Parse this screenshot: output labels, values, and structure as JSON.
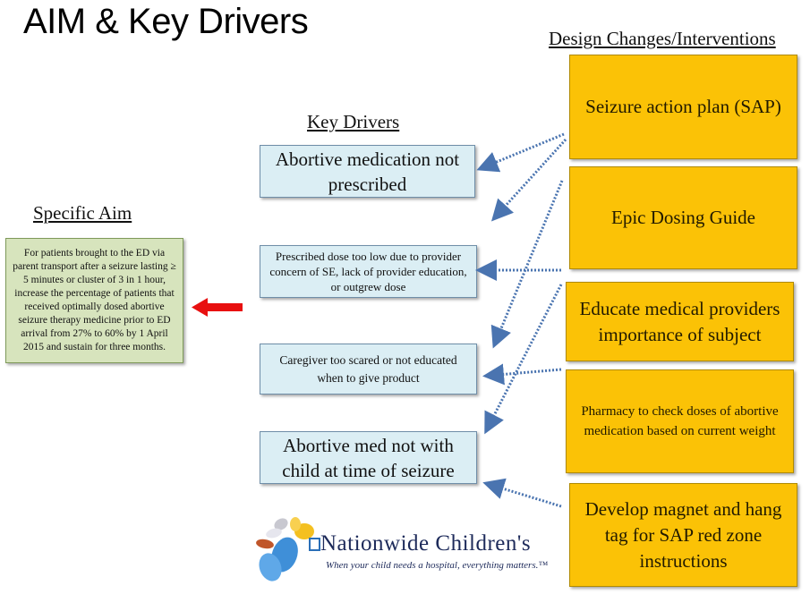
{
  "title": "AIM & Key Drivers",
  "headings": {
    "specific_aim": "Specific Aim",
    "key_drivers": "Key Drivers",
    "interventions": "Design Changes/Interventions"
  },
  "specific_aim": {
    "text": "For patients brought to the ED via parent transport after a seizure lasting  ≥ 5 minutes or cluster of 3 in 1 hour, increase the percentage of patients that received optimally dosed abortive seizure therapy medicine  prior to ED arrival from 27% to 60% by 1 April 2015 and sustain for three months."
  },
  "key_drivers": [
    {
      "text": "Abortive medication not prescribed"
    },
    {
      "text": "Prescribed dose too low due to provider concern of SE, lack of provider education, or outgrew dose"
    },
    {
      "text": "Caregiver  too scared or not educated when to give product"
    },
    {
      "text": "Abortive med not with child at time of seizure"
    }
  ],
  "interventions": [
    {
      "text": "Seizure action plan (SAP)"
    },
    {
      "text": "Epic Dosing Guide"
    },
    {
      "text": "Educate medical providers importance of subject"
    },
    {
      "text": "Pharmacy to check doses of abortive medication based on current weight"
    },
    {
      "text": "Develop magnet and hang tag for SAP red zone instructions"
    }
  ],
  "colors": {
    "aim_fill": "#d7e4bd",
    "driver_fill": "#dbeef4",
    "intervention_fill": "#fbc206",
    "connector": "#4a74b0",
    "aim_arrow": "#e81010"
  },
  "logo": {
    "name": "Nationwide Children's",
    "tagline": "When your child needs a hospital, everything matters.™"
  }
}
